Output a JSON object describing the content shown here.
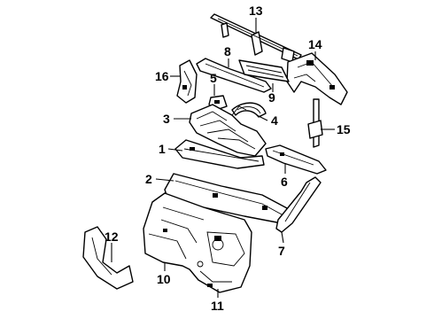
{
  "diagram": {
    "callouts": [
      {
        "id": "1",
        "text": "1"
      },
      {
        "id": "2",
        "text": "2"
      },
      {
        "id": "3",
        "text": "3"
      },
      {
        "id": "4",
        "text": "4"
      },
      {
        "id": "5",
        "text": "5"
      },
      {
        "id": "6",
        "text": "6"
      },
      {
        "id": "7",
        "text": "7"
      },
      {
        "id": "8",
        "text": "8"
      },
      {
        "id": "9",
        "text": "9"
      },
      {
        "id": "10",
        "text": "10"
      },
      {
        "id": "11",
        "text": "11"
      },
      {
        "id": "12",
        "text": "12"
      },
      {
        "id": "13",
        "text": "13"
      },
      {
        "id": "14",
        "text": "14"
      },
      {
        "id": "15",
        "text": "15"
      },
      {
        "id": "16",
        "text": "16"
      }
    ]
  }
}
